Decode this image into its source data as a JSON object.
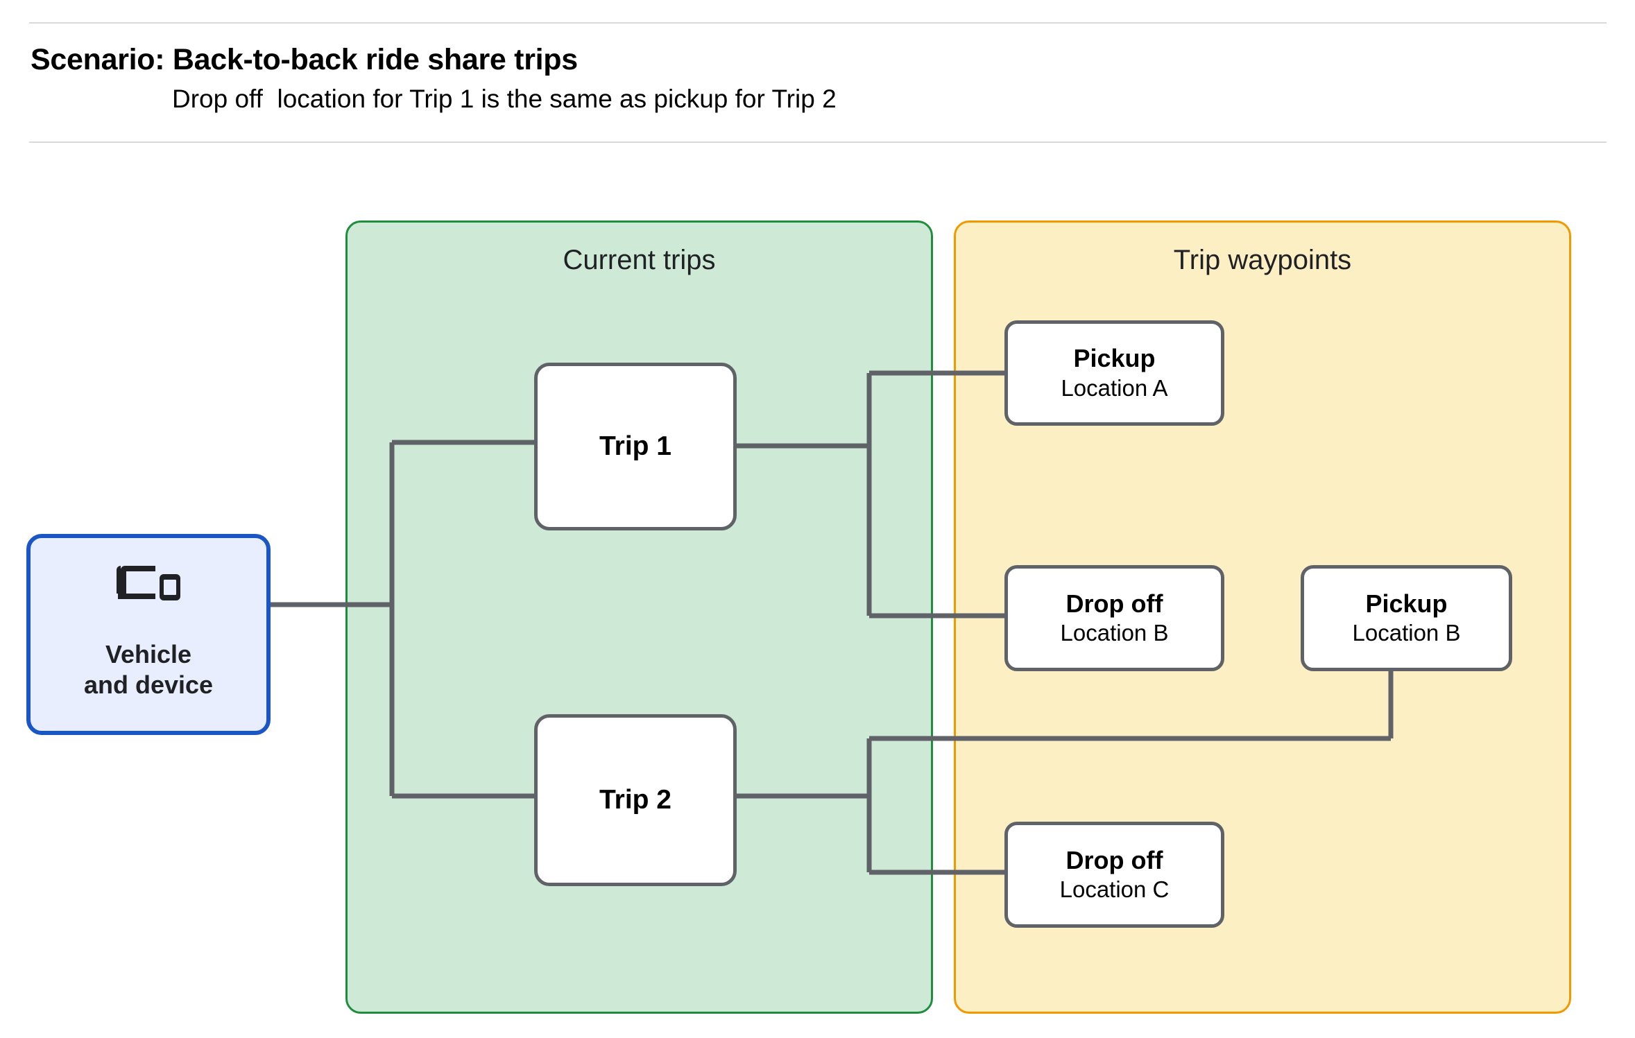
{
  "header": {
    "title": "Scenario: Back-to-back ride share trips",
    "subtitle": "Drop off  location for Trip 1 is the same as pickup for Trip 2"
  },
  "groups": {
    "current_trips": {
      "label": "Current trips",
      "fill": "#CEEAD6",
      "border": "#1E8E3E"
    },
    "trip_waypoints": {
      "label": "Trip waypoints",
      "fill": "#FCEFC3",
      "border": "#F29900"
    }
  },
  "source_node": {
    "label": "Vehicle\nand device",
    "icon": "devices-icon",
    "fill": "#E8EEFD",
    "border": "#1A56C4"
  },
  "trips": [
    {
      "label": "Trip 1"
    },
    {
      "label": "Trip 2"
    }
  ],
  "waypoints": [
    {
      "id": "pickup-a",
      "title": "Pickup",
      "location": "Location A"
    },
    {
      "id": "dropoff-b",
      "title": "Drop off",
      "location": "Location B"
    },
    {
      "id": "pickup-b",
      "title": "Pickup",
      "location": "Location B"
    },
    {
      "id": "dropoff-c",
      "title": "Drop off",
      "location": "Location C"
    }
  ],
  "connector_color": "#5F6368"
}
